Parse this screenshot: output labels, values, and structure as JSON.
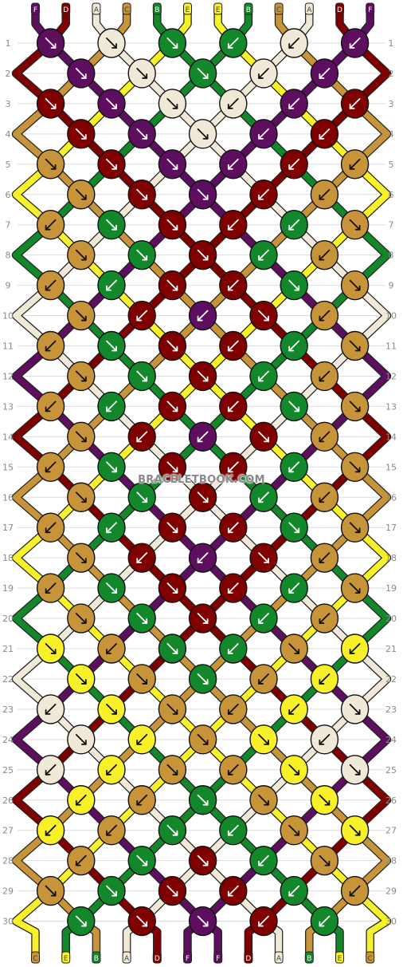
{
  "watermark": "BRACELETBOOK.COM",
  "colors": {
    "A": "#f1e9d8",
    "B": "#13882a",
    "C": "#c8943a",
    "D": "#800000",
    "E": "#f8f028",
    "F": "#5e0e5e"
  },
  "strings_top": [
    "F",
    "D",
    "A",
    "C",
    "B",
    "E",
    "E",
    "B",
    "C",
    "A",
    "D",
    "F"
  ],
  "strings_bottom": [
    "C",
    "E",
    "B",
    "A",
    "D",
    "F",
    "F",
    "D",
    "A",
    "B",
    "E",
    "C"
  ],
  "row_numbers": [
    "1",
    "2",
    "3",
    "4",
    "5",
    "6",
    "7",
    "8",
    "9",
    "10",
    "11",
    "12",
    "13",
    "14",
    "15",
    "16",
    "17",
    "18",
    "19",
    "20",
    "21",
    "22",
    "23",
    "24",
    "25",
    "26",
    "27",
    "28",
    "29",
    "30"
  ],
  "knot_rows": [
    [
      "F",
      "A",
      "B",
      "B",
      "A",
      "F"
    ],
    [
      "F",
      "A",
      "B",
      "A",
      "F"
    ],
    [
      "D",
      "F",
      "A",
      "A",
      "F",
      "D"
    ],
    [
      "D",
      "F",
      "A",
      "F",
      "D"
    ],
    [
      "C",
      "D",
      "F",
      "F",
      "D",
      "C"
    ],
    [
      "C",
      "D",
      "F",
      "D",
      "C"
    ],
    [
      "C",
      "B",
      "D",
      "D",
      "B",
      "C"
    ],
    [
      "C",
      "B",
      "D",
      "B",
      "C"
    ],
    [
      "C",
      "B",
      "D",
      "D",
      "B",
      "C"
    ],
    [
      "C",
      "D",
      "F",
      "D",
      "C"
    ],
    [
      "C",
      "B",
      "D",
      "D",
      "B",
      "C"
    ],
    [
      "C",
      "B",
      "D",
      "B",
      "C"
    ],
    [
      "C",
      "B",
      "D",
      "D",
      "B",
      "C"
    ],
    [
      "C",
      "D",
      "F",
      "D",
      "C"
    ],
    [
      "C",
      "B",
      "D",
      "D",
      "B",
      "C"
    ],
    [
      "C",
      "B",
      "D",
      "B",
      "C"
    ],
    [
      "C",
      "B",
      "D",
      "D",
      "B",
      "C"
    ],
    [
      "C",
      "D",
      "F",
      "D",
      "C"
    ],
    [
      "C",
      "B",
      "D",
      "D",
      "B",
      "C"
    ],
    [
      "C",
      "B",
      "D",
      "B",
      "C"
    ],
    [
      "E",
      "C",
      "B",
      "B",
      "C",
      "E"
    ],
    [
      "E",
      "C",
      "B",
      "C",
      "E"
    ],
    [
      "A",
      "E",
      "C",
      "C",
      "E",
      "A"
    ],
    [
      "A",
      "E",
      "C",
      "E",
      "A"
    ],
    [
      "A",
      "E",
      "C",
      "C",
      "E",
      "A"
    ],
    [
      "E",
      "C",
      "B",
      "C",
      "E"
    ],
    [
      "E",
      "C",
      "B",
      "B",
      "C",
      "E"
    ],
    [
      "C",
      "B",
      "D",
      "B",
      "C"
    ],
    [
      "C",
      "B",
      "D",
      "D",
      "B",
      "C"
    ],
    [
      "B",
      "D",
      "F",
      "D",
      "B"
    ]
  ],
  "arrow_rows": [
    [
      "se",
      "se",
      "se",
      "sw",
      "sw",
      "sw"
    ],
    [
      "se",
      "se",
      "se",
      "sw",
      "sw"
    ],
    [
      "se",
      "se",
      "se",
      "sw",
      "sw",
      "sw"
    ],
    [
      "se",
      "se",
      "se",
      "sw",
      "sw"
    ],
    [
      "se",
      "se",
      "se",
      "sw",
      "sw",
      "sw"
    ],
    [
      "se",
      "se",
      "se",
      "sw",
      "sw"
    ],
    [
      "sw",
      "se",
      "se",
      "sw",
      "sw",
      "se"
    ],
    [
      "se",
      "se",
      "se",
      "sw",
      "sw"
    ],
    [
      "sw",
      "sw",
      "se",
      "sw",
      "se",
      "se"
    ],
    [
      "se",
      "sw",
      "sw",
      "se",
      "sw"
    ],
    [
      "sw",
      "se",
      "se",
      "sw",
      "sw",
      "se"
    ],
    [
      "se",
      "se",
      "se",
      "sw",
      "sw"
    ],
    [
      "sw",
      "sw",
      "se",
      "sw",
      "se",
      "se"
    ],
    [
      "se",
      "sw",
      "sw",
      "se",
      "sw"
    ],
    [
      "sw",
      "se",
      "se",
      "sw",
      "sw",
      "se"
    ],
    [
      "se",
      "se",
      "se",
      "sw",
      "sw"
    ],
    [
      "sw",
      "sw",
      "se",
      "sw",
      "se",
      "se"
    ],
    [
      "se",
      "sw",
      "sw",
      "se",
      "sw"
    ],
    [
      "sw",
      "se",
      "se",
      "sw",
      "sw",
      "se"
    ],
    [
      "se",
      "se",
      "se",
      "sw",
      "sw"
    ],
    [
      "se",
      "sw",
      "se",
      "sw",
      "se",
      "sw"
    ],
    [
      "se",
      "se",
      "se",
      "sw",
      "sw"
    ],
    [
      "sw",
      "se",
      "se",
      "sw",
      "sw",
      "se"
    ],
    [
      "se",
      "sw",
      "se",
      "se",
      "sw"
    ],
    [
      "sw",
      "sw",
      "se",
      "sw",
      "se",
      "se"
    ],
    [
      "sw",
      "sw",
      "se",
      "se",
      "se"
    ],
    [
      "sw",
      "sw",
      "se",
      "sw",
      "se",
      "se"
    ],
    [
      "sw",
      "se",
      "se",
      "sw",
      "se"
    ],
    [
      "se",
      "se",
      "se",
      "sw",
      "sw",
      "sw"
    ],
    [
      "se",
      "se",
      "se",
      "sw",
      "sw"
    ]
  ]
}
